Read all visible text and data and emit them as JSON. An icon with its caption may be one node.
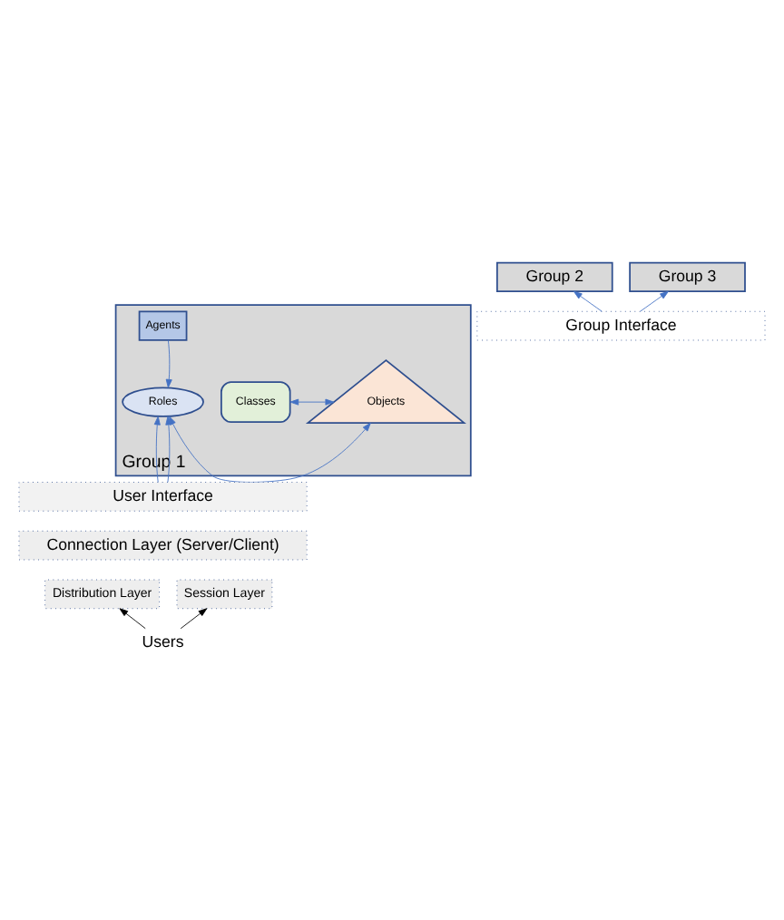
{
  "diagram": {
    "nodes": [
      {
        "text": [
          "Group 2"
        ]
      },
      {
        "text": [
          "Group 3"
        ]
      },
      {
        "text": [
          "Group Interface"
        ]
      },
      {
        "text": [
          "Group 1"
        ]
      },
      {
        "text": [
          "Agents"
        ],
        "in": 3
      },
      {
        "text": [
          "Objects"
        ],
        "in": 3
      },
      {
        "text": [
          "Roles"
        ],
        "in": 3
      },
      {
        "text": [
          "Classes"
        ],
        "in": 3
      },
      {
        "text": [
          "User Interface"
        ]
      },
      {
        "text": [
          "Connection Layer (Server/Client)"
        ]
      },
      {
        "text": [
          "Distribution Layer"
        ]
      },
      {
        "text": [
          "Session Layer"
        ]
      },
      {
        "text": [
          "Users"
        ]
      }
    ],
    "edges": [
      {
        "from": 2,
        "to": 0,
        "arrow": "to"
      },
      {
        "from": 2,
        "to": 1,
        "arrow": "to"
      },
      {
        "from": 4,
        "to": 6,
        "arrow": "to"
      },
      {
        "from": 5,
        "to": 7,
        "arrow": "both"
      },
      {
        "from": 5,
        "to": 6,
        "arrow": "both"
      },
      {
        "from": 8,
        "to": 6,
        "arrow": "to"
      },
      {
        "from": 8,
        "to": 6,
        "arrow": "to"
      },
      {
        "from": 12,
        "to": 10,
        "arrow": "to",
        "color": "#000000"
      },
      {
        "from": 12,
        "to": 11,
        "arrow": "to",
        "color": "#000000"
      }
    ]
  }
}
